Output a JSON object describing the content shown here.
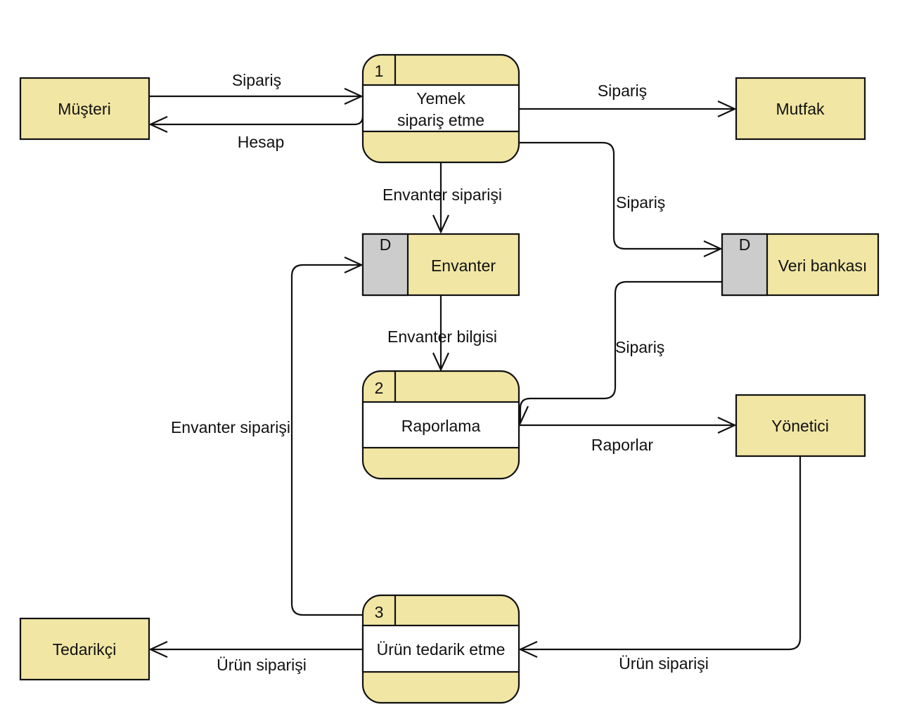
{
  "diagram": {
    "type": "data-flow-diagram",
    "colors": {
      "entity_fill": "#f1e6a3",
      "store_tag_fill": "#cccccc",
      "stroke": "#111111",
      "background": "#ffffff"
    },
    "entities": {
      "musteri": "Müşteri",
      "mutfak": "Mutfak",
      "yonetici": "Yönetici",
      "tedarikci": "Tedarikçi"
    },
    "processes": {
      "p1": {
        "number": "1",
        "line1": "Yemek",
        "line2": "sipariş etme"
      },
      "p2": {
        "number": "2",
        "name": "Raporlama"
      },
      "p3": {
        "number": "3",
        "name": "Ürün tedarik etme"
      }
    },
    "stores": {
      "envanter": {
        "tag": "D",
        "name": "Envanter"
      },
      "veri": {
        "tag": "D",
        "name": "Veri bankası"
      }
    },
    "flows": {
      "musteri_to_p1": "Sipariş",
      "p1_to_musteri": "Hesap",
      "p1_to_mutfak": "Sipariş",
      "p1_to_veri": "Sipariş",
      "p1_to_envanter": "Envanter siparişi",
      "envanter_to_p2": "Envanter bilgisi",
      "veri_to_p2": "Sipariş",
      "p2_to_yonetici": "Raporlar",
      "p3_to_envanter": "Envanter siparişi",
      "p3_to_tedarikci": "Ürün siparişi",
      "yonetici_to_p3": "Ürün siparişi"
    }
  }
}
